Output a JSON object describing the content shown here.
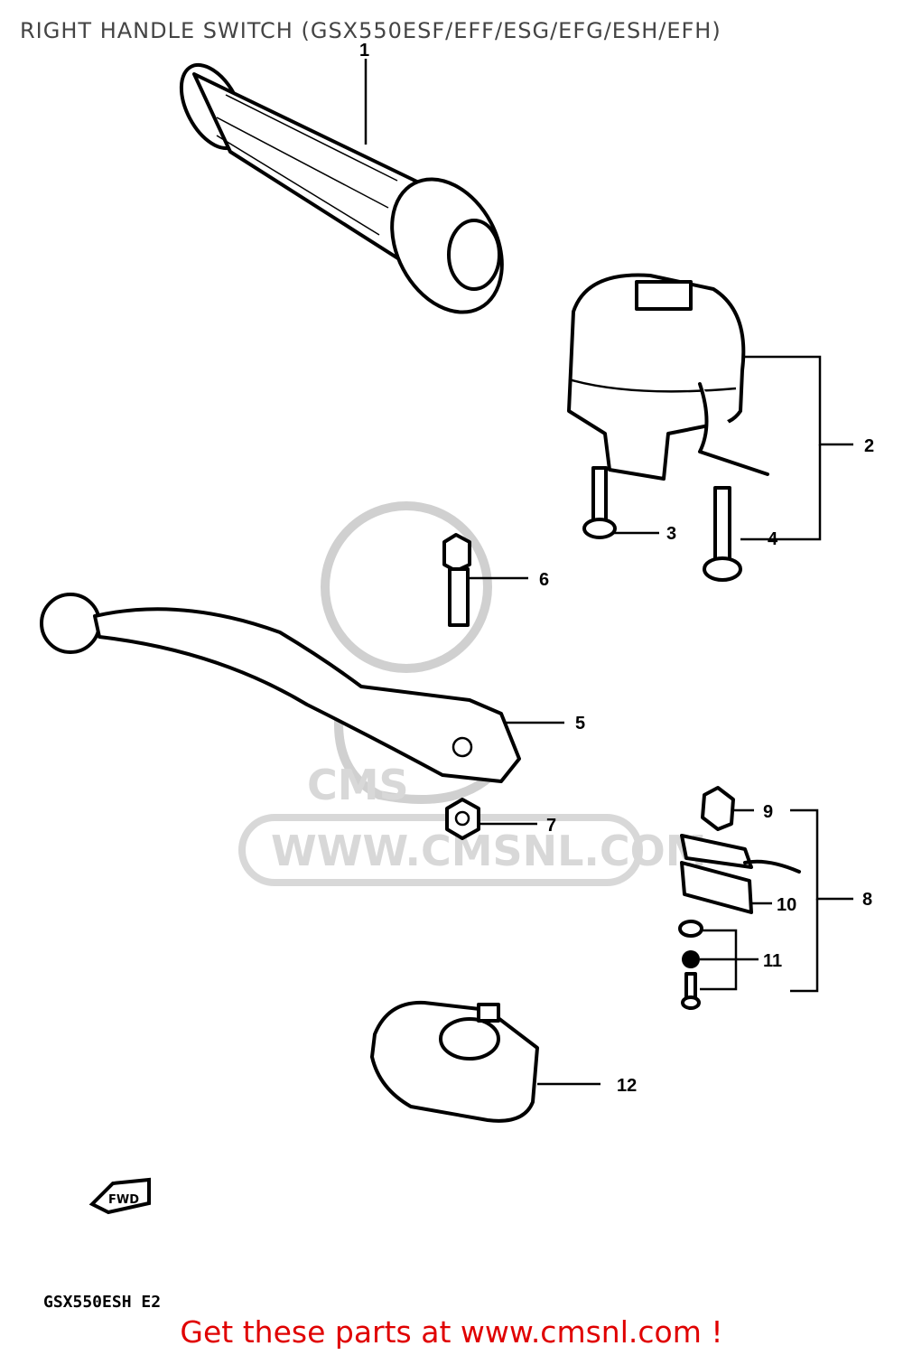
{
  "title": "RIGHT HANDLE SWITCH (GSX550ESF/EFF/ESG/EFG/ESH/EFH)",
  "callouts": [
    "1",
    "2",
    "3",
    "4",
    "5",
    "6",
    "7",
    "8",
    "9",
    "10",
    "11",
    "12"
  ],
  "watermark_text": "WWW.CMSNL.COM",
  "watermark_logo": "CMS",
  "fwd_arrow_text": "FWD",
  "model_code": "GSX550ESH E2",
  "footer_text": "Get these parts at www.cmsnl.com !"
}
